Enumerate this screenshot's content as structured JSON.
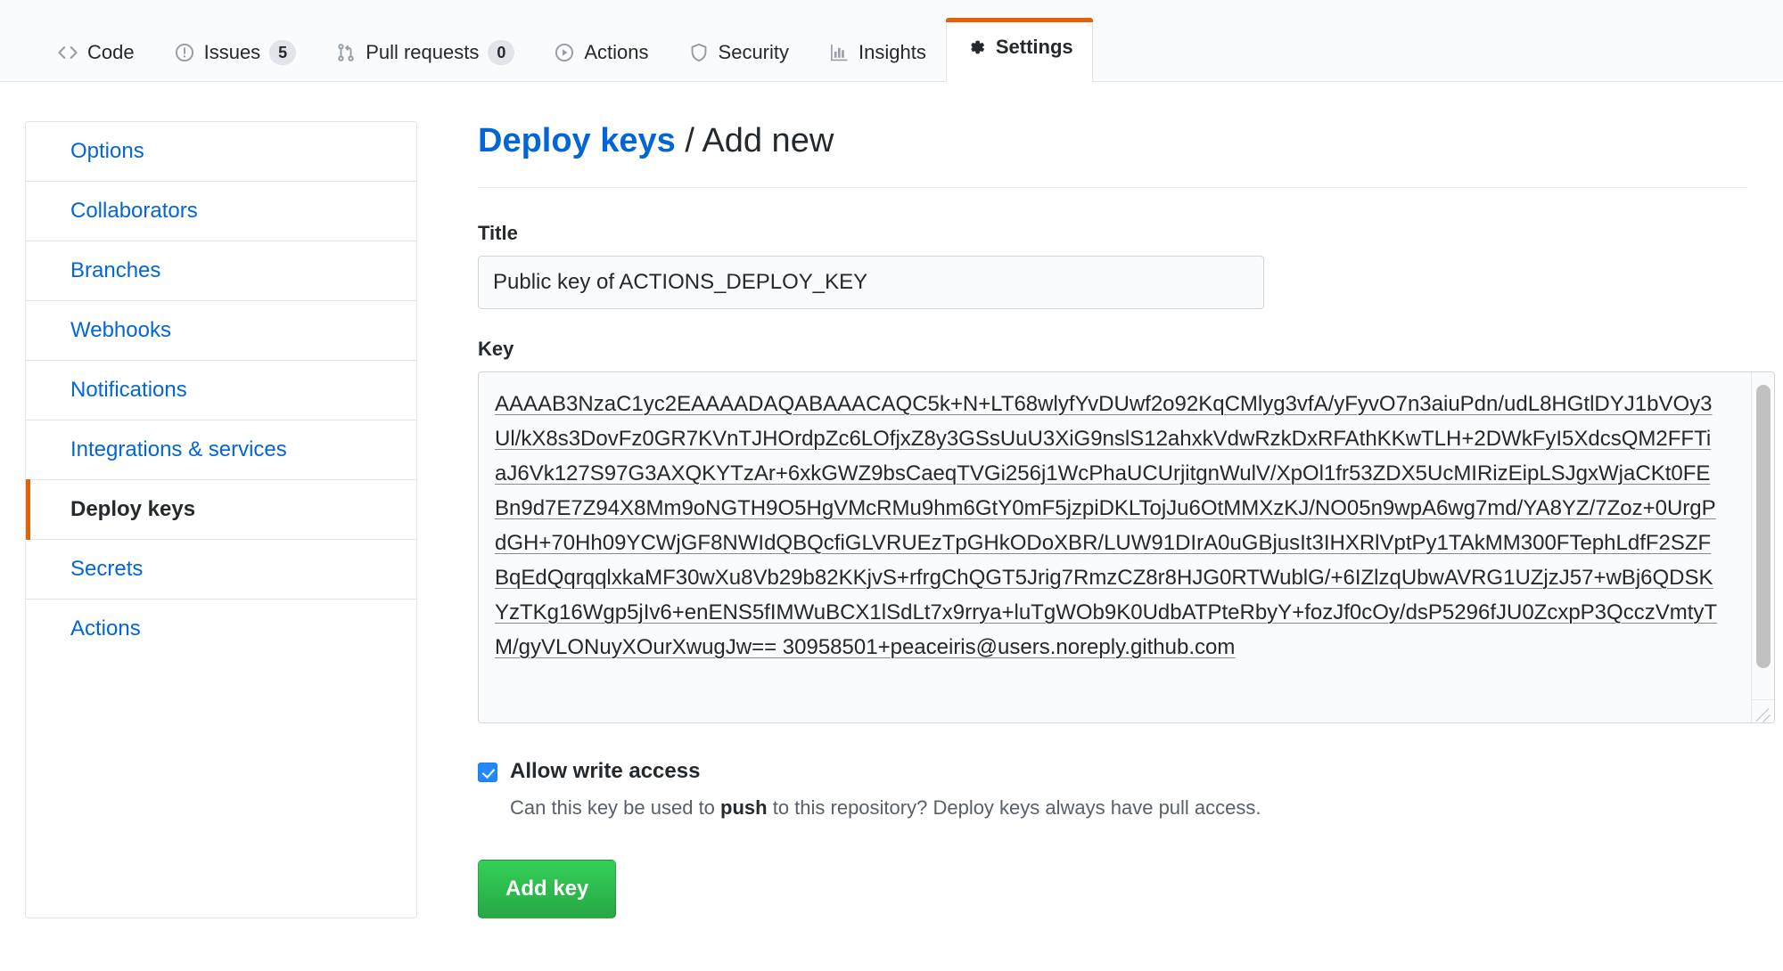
{
  "tabs": [
    {
      "label": "Code",
      "icon": "code-icon",
      "count": null,
      "selected": false
    },
    {
      "label": "Issues",
      "icon": "issue-opened-icon",
      "count": "5",
      "selected": false
    },
    {
      "label": "Pull requests",
      "icon": "git-pull-request-icon",
      "count": "0",
      "selected": false
    },
    {
      "label": "Actions",
      "icon": "play-icon",
      "count": null,
      "selected": false
    },
    {
      "label": "Security",
      "icon": "shield-icon",
      "count": null,
      "selected": false
    },
    {
      "label": "Insights",
      "icon": "graph-icon",
      "count": null,
      "selected": false
    },
    {
      "label": "Settings",
      "icon": "gear-icon",
      "count": null,
      "selected": true
    }
  ],
  "sidebar": {
    "items": [
      {
        "label": "Options",
        "active": false
      },
      {
        "label": "Collaborators",
        "active": false
      },
      {
        "label": "Branches",
        "active": false
      },
      {
        "label": "Webhooks",
        "active": false
      },
      {
        "label": "Notifications",
        "active": false
      },
      {
        "label": "Integrations & services",
        "active": false
      },
      {
        "label": "Deploy keys",
        "active": true
      },
      {
        "label": "Secrets",
        "active": false
      },
      {
        "label": "Actions",
        "active": false
      }
    ]
  },
  "main": {
    "breadcrumb_link": "Deploy keys",
    "breadcrumb_sep": "/",
    "breadcrumb_current": "Add new",
    "title_label": "Title",
    "title_value": "Public key of ACTIONS_DEPLOY_KEY",
    "title_placeholder": "",
    "key_label": "Key",
    "key_value": "AAAAB3NzaC1yc2EAAAADAQABAAACAQC5k+N+LT68wlyfYvDUwf2o92KqCMlyg3vfA/yFyvO7n3aiuPdn/udL8HGtlDYJ1bVOy3Ul/kX8s3DovFz0GR7KVnTJHOrdpZc6LOfjxZ8y3GSsUuU3XiG9nslS12ahxkVdwRzkDxRFAthKKwTLH+2DWkFyI5XdcsQM2FFTiaJ6Vk127S97G3AXQKYTzAr+6xkGWZ9bsCaeqTVGi256j1WcPhaUCUrjitgnWulV/XpOl1fr53ZDX5UcMIRizEipLSJgxWjaCKt0FEBn9d7E7Z94X8Mm9oNGTH9O5HgVMcRMu9hm6GtY0mF5jzpiDKLTojJu6OtMMXzKJ/NO05n9wpA6wg7md/YA8YZ/7Zoz+0UrgPdGH+70Hh09YCWjGF8NWIdQBQcfiGLVRUEzTpGHkODoXBR/LUW91DIrA0uGBjusIt3IHXRlVptPy1TAkMM300FTephLdfF2SZFBqEdQqrqqlxkaMF30wXu8Vb29b82KKjvS+rfrgChQGT5Jrig7RmzCZ8r8HJG0RTWublG/+6IZlzqUbwAVRG1UZjzJ57+wBj6QDSKYzTKg16Wgp5jIv6+enENS5fIMWuBCX1lSdLt7x9rrya+luTgWOb9K0UdbATPteRbyY+fozJf0cOy/dsP5296fJU0ZcxpP3QcczVmtyTM/gyVLONuyXOurXwugJw== 30958501+peaceiris@users.noreply.github.com",
    "key_placeholder": "",
    "allow_write_label": "Allow write access",
    "allow_write_checked": true,
    "allow_write_note_before": "Can this key be used to ",
    "allow_write_note_bold": "push",
    "allow_write_note_after": " to this repository? Deploy keys always have pull access.",
    "submit_label": "Add key"
  },
  "colors": {
    "accent_orange": "#e36209",
    "link_blue": "#0366d6",
    "button_green": "#28a745",
    "checkbox_blue": "#2188ff"
  }
}
